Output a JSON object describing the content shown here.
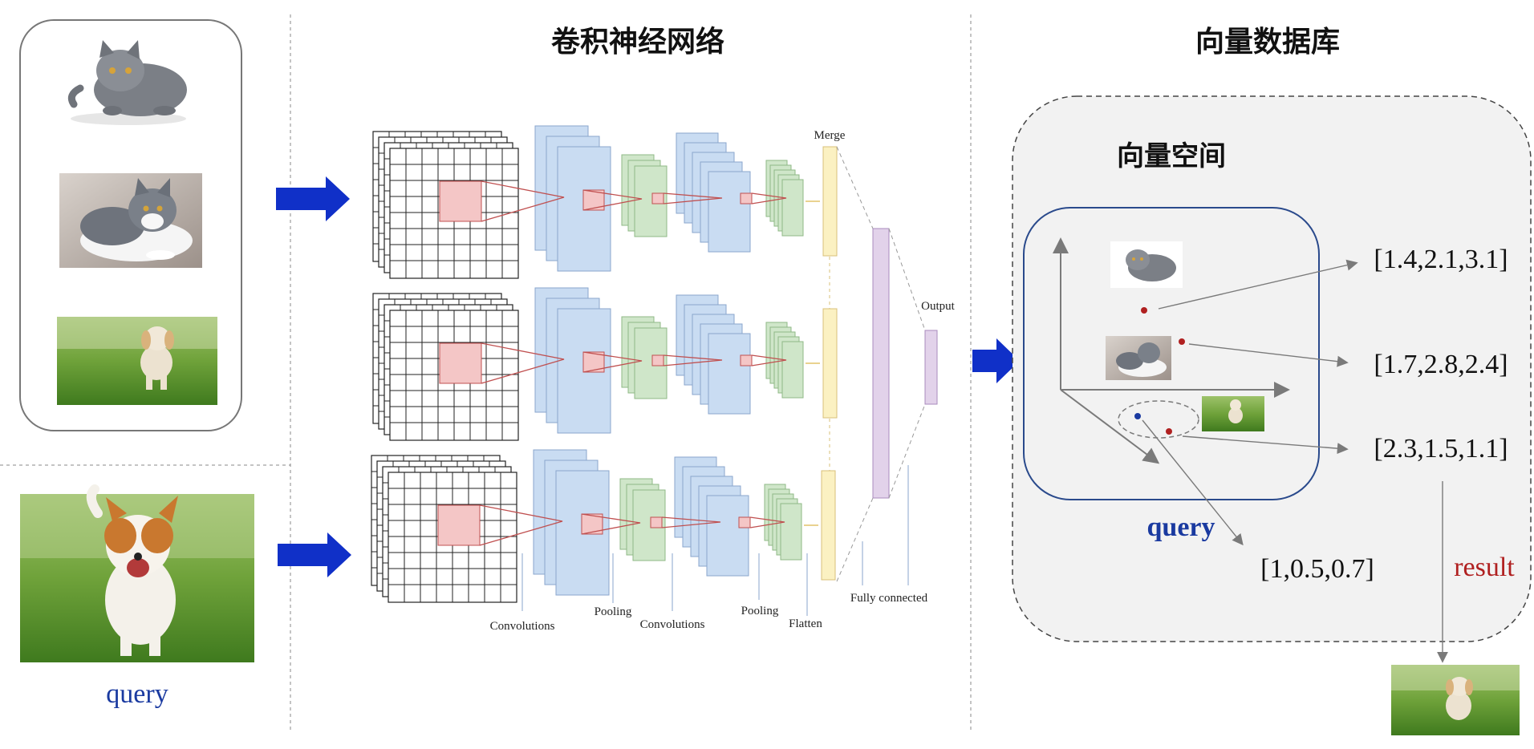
{
  "titles": {
    "cnn": "卷积神经网络",
    "vector_db": "向量数据库",
    "vector_space": "向量空间"
  },
  "left": {
    "database_images": [
      "grey-cat-lying-photo",
      "grey-white-cat-lying-photo",
      "running-puppy-photo"
    ],
    "query_image": "running-dog-photo",
    "query_label": "query"
  },
  "cnn_labels": {
    "merge": "Merge",
    "output": "Output",
    "convolutions_1": "Convolutions",
    "pooling_1": "Pooling",
    "convolutions_2": "Convolutions",
    "pooling_2": "Pooling",
    "flatten": "Flatten",
    "fully_connected": "Fully connected"
  },
  "vectors": {
    "v1": "[1.4,2.1,3.1]",
    "v2": "[1.7,2.8,2.4]",
    "v3": "[2.3,1.5,1.1]",
    "query_vec": "[1,0.5,0.7]"
  },
  "space": {
    "query_label": "query",
    "result_label": "result"
  },
  "colors": {
    "arrow_blue": "#1030c8",
    "query_blue": "#1a3aa0",
    "result_red": "#b02020",
    "conv_blue": "#c9dcf2",
    "pool_green": "#cfe6c9",
    "merge_yellow": "#fbf1c2",
    "fc_purple": "#e2d2ea",
    "space_border": "#2a4a8c",
    "panel_bg": "#f2f2f2"
  }
}
